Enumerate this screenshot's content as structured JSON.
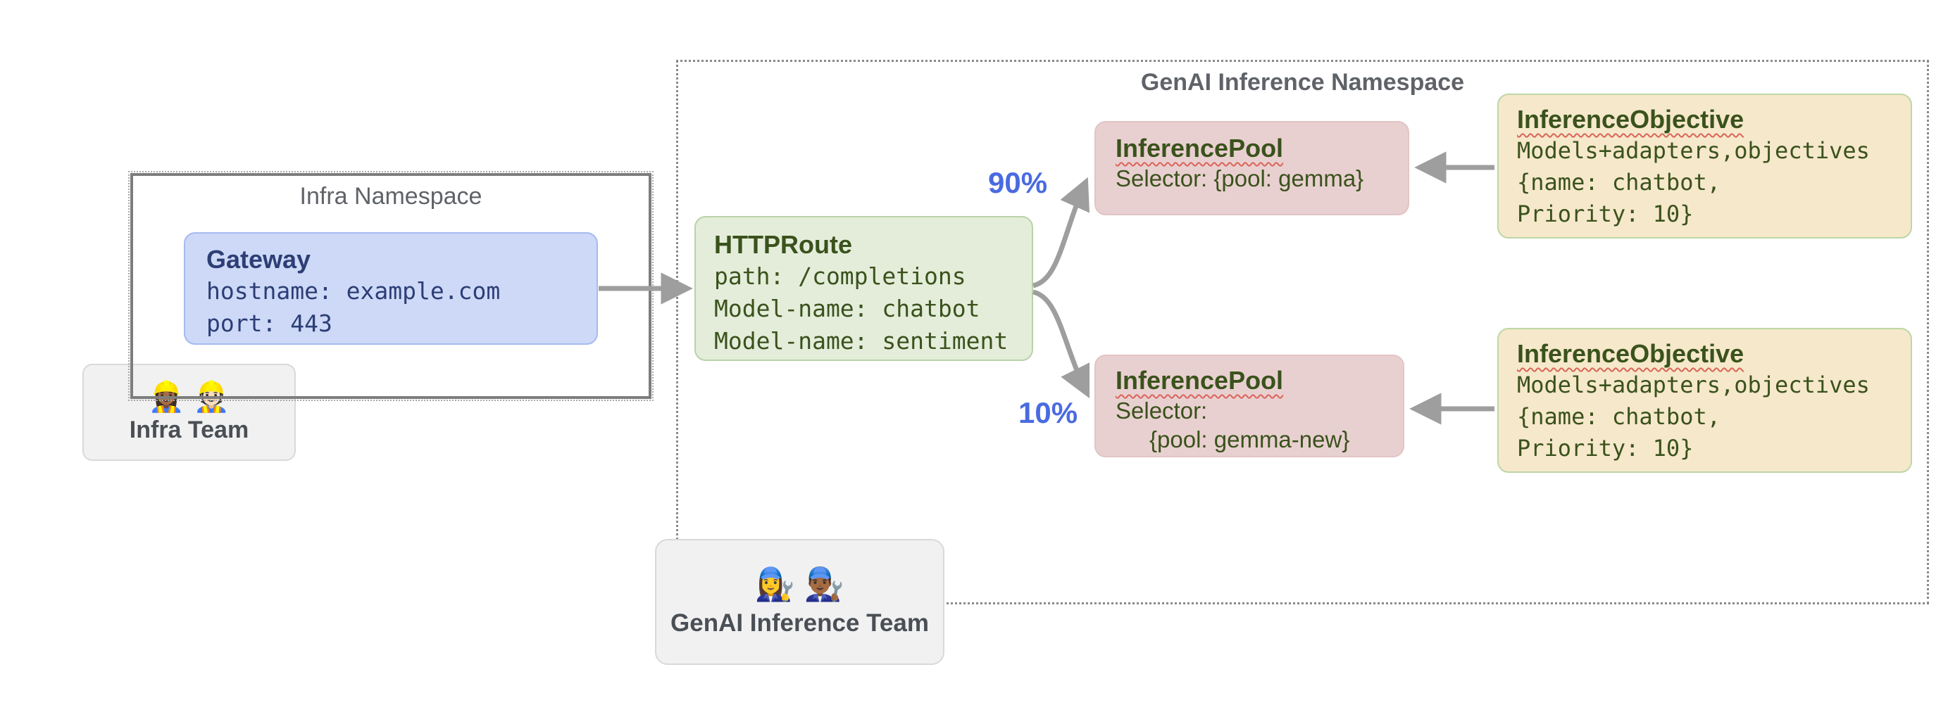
{
  "colors": {
    "gateway_fill": "#cdd9f7",
    "gateway_text": "#2c3e75",
    "httproute_fill": "#e4edda",
    "pool_fill": "#e9d0d0",
    "objective_fill": "#f6e8cb",
    "green_text": "#3a521c",
    "namespace_border": "#7d7d7d",
    "arrow_gray": "#9e9e9e",
    "percent_blue": "#4a6be0",
    "team_fill": "#f1f1f2"
  },
  "infra_namespace": {
    "title": "Infra Namespace"
  },
  "gateway": {
    "title": "Gateway",
    "lines": [
      "hostname: example.com",
      "port: 443"
    ]
  },
  "infra_team": {
    "emojis": "👷🏾‍♀️ 👷🏻",
    "label": "Infra Team"
  },
  "genai_namespace": {
    "title": "GenAI Inference Namespace"
  },
  "httproute": {
    "title": "HTTPRoute",
    "lines": [
      "path: /completions",
      "Model-name: chatbot",
      "Model-name: sentiment"
    ]
  },
  "pool_top": {
    "title": "InferencePool",
    "lines": [
      "Selector: {pool: gemma}"
    ]
  },
  "pool_bottom": {
    "title": "InferencePool",
    "lines": [
      "Selector:",
      "{pool: gemma-new}"
    ]
  },
  "objective_top": {
    "title": "InferenceObjective",
    "lines": [
      "Models+adapters,objectives",
      "{name: chatbot,",
      "Priority: 10}"
    ]
  },
  "objective_bottom": {
    "title": "InferenceObjective",
    "lines": [
      "Models+adapters,objectives",
      "{name: chatbot,",
      "Priority: 10}"
    ]
  },
  "genai_team": {
    "emojis": "👩‍🔧 👨🏾‍🔧",
    "label": "GenAI Inference Team"
  },
  "labels": {
    "split_top": "90%",
    "split_bottom": "10%"
  }
}
